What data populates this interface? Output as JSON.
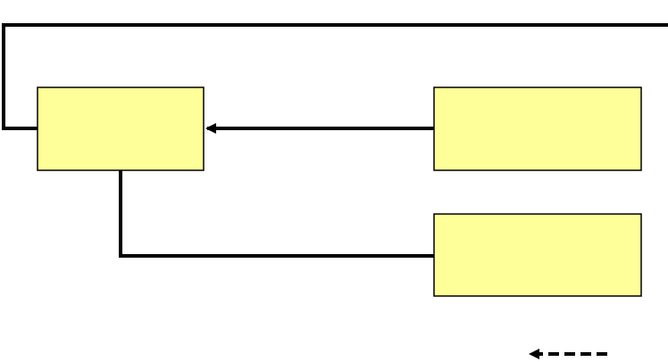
{
  "diagram": {
    "box_fill": "#ffff99",
    "box_stroke": "#000000",
    "connector_color": "#000000",
    "boxes": [
      {
        "id": "box-left",
        "label": ""
      },
      {
        "id": "box-right-top",
        "label": ""
      },
      {
        "id": "box-right-bottom",
        "label": ""
      }
    ],
    "connectors": [
      {
        "from": "box-left",
        "to": "box-left",
        "style": "solid",
        "arrow": false,
        "description_visible": false
      },
      {
        "from": "box-right-top",
        "to": "box-left",
        "style": "solid",
        "arrow": true
      },
      {
        "from": "box-left",
        "to": "box-right-bottom",
        "style": "solid",
        "arrow": false
      }
    ],
    "legend": [
      {
        "style": "dashed",
        "arrow": true,
        "label": ""
      }
    ]
  }
}
